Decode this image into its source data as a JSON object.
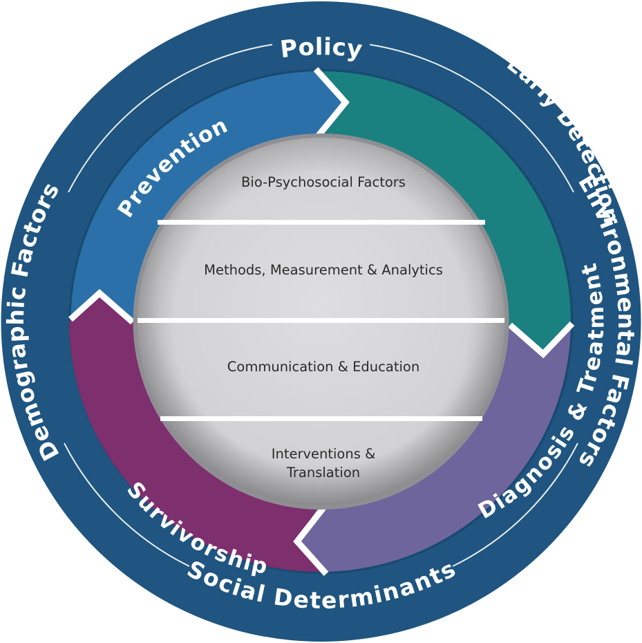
{
  "outer_ring": {
    "top": "Policy",
    "left": "Demographic Factors",
    "right": "Environmental Factors",
    "bottom": "Social Determinants"
  },
  "stages": {
    "prevention": "Prevention",
    "early_detection": "Early Detection",
    "diagnosis_treatment": "Diagnosis & Treatment",
    "survivorship": "Survivorship"
  },
  "core": {
    "band1": "Bio-Psychosocial Factors",
    "band2": "Methods, Measurement & Analytics",
    "band3": "Communication & Education",
    "band4_line1": "Interventions &",
    "band4_line2": "Translation"
  },
  "colors": {
    "outer_ring": "#1f5580",
    "prevention": "#2b70a8",
    "early_detection": "#1b8080",
    "diagnosis_treatment": "#6f659d",
    "survivorship": "#7e2f6e",
    "core": "#d3d3d5"
  }
}
